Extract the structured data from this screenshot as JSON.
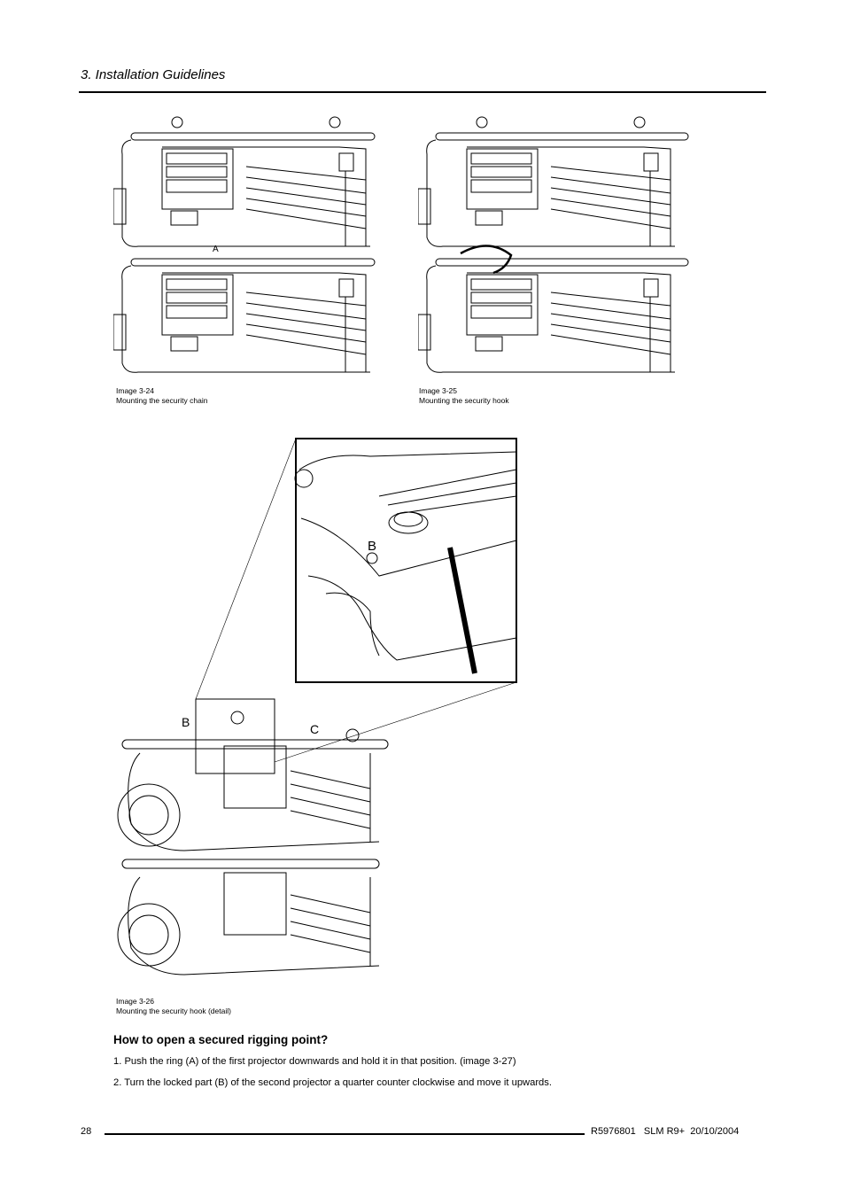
{
  "header": {
    "title": "3.  Installation Guidelines"
  },
  "figures": {
    "image_3_24": {
      "number": "Image 3-24",
      "caption": "Mounting the security chain",
      "callout_a": "A"
    },
    "image_3_25": {
      "number": "Image 3-25",
      "caption": "Mounting the security hook"
    },
    "image_3_26": {
      "number": "Image 3-26",
      "caption": "Mounting the security hook (detail)",
      "callout_b_detail": "B",
      "callout_b": "B",
      "callout_c": "C"
    }
  },
  "section": {
    "heading": "How to open a secured rigging point?",
    "steps": [
      "1.  Push the ring (A) of the first projector downwards and hold it in that position. (image 3-27)",
      "2.  Turn the locked part (B) of the second projector a quarter counter clockwise and move it upwards."
    ]
  },
  "footer": {
    "page_number": "28",
    "reference": "R5976801   SLM R9+  20/10/2004"
  }
}
